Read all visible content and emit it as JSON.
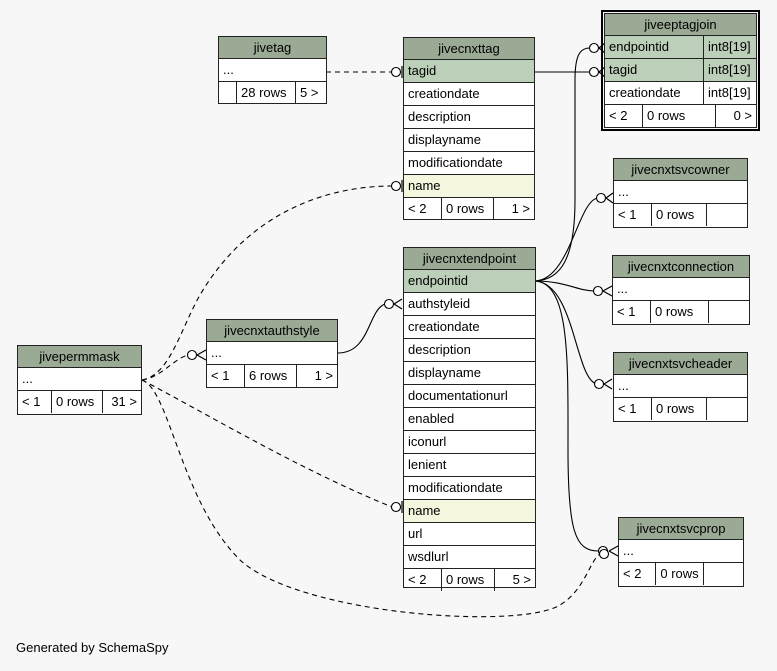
{
  "tables": {
    "jiveeptagjoin": {
      "name": "jiveeptagjoin",
      "columns": [
        {
          "name": "endpointid",
          "type": "int8[19]"
        },
        {
          "name": "tagid",
          "type": "int8[19]"
        },
        {
          "name": "creationdate",
          "type": "int8[19]"
        }
      ],
      "prev": "< 2",
      "rows": "0 rows",
      "next": "0 >"
    },
    "jivetag": {
      "name": "jivetag",
      "columns": [
        "..."
      ],
      "prev": "",
      "rows": "28 rows",
      "next": "5 >"
    },
    "jivecnxttag": {
      "name": "jivecnxttag",
      "columns": [
        "tagid",
        "creationdate",
        "description",
        "displayname",
        "modificationdate",
        "name"
      ],
      "prev": "< 2",
      "rows": "0 rows",
      "next": "1 >"
    },
    "jivecnxtsvcowner": {
      "name": "jivecnxtsvcowner",
      "columns": [
        "..."
      ],
      "prev": "< 1",
      "rows": "0 rows",
      "next": ""
    },
    "jivecnxtconnection": {
      "name": "jivecnxtconnection",
      "columns": [
        "..."
      ],
      "prev": "< 1",
      "rows": "0 rows",
      "next": ""
    },
    "jivecnxtsvcheader": {
      "name": "jivecnxtsvcheader",
      "columns": [
        "..."
      ],
      "prev": "< 1",
      "rows": "0 rows",
      "next": ""
    },
    "jivecnxtsvcprop": {
      "name": "jivecnxtsvcprop",
      "columns": [
        "..."
      ],
      "prev": "< 2",
      "rows": "0 rows",
      "next": ""
    },
    "jivecnxtendpoint": {
      "name": "jivecnxtendpoint",
      "columns": [
        "endpointid",
        "authstyleid",
        "creationdate",
        "description",
        "displayname",
        "documentationurl",
        "enabled",
        "iconurl",
        "lenient",
        "modificationdate",
        "name",
        "url",
        "wsdlurl"
      ],
      "prev": "< 2",
      "rows": "0 rows",
      "next": "5 >"
    },
    "jivecnxtauthstyle": {
      "name": "jivecnxtauthstyle",
      "columns": [
        "..."
      ],
      "prev": "< 1",
      "rows": "6 rows",
      "next": "1 >"
    },
    "jivepermmask": {
      "name": "jivepermmask",
      "columns": [
        "..."
      ],
      "prev": "< 1",
      "rows": "0 rows",
      "next": "31 >"
    }
  },
  "footer": "Generated by SchemaSpy",
  "colors": {
    "header": "#9aaa94",
    "primary_key": "#bccfb8",
    "indexed": "#f4f6de",
    "background": "#f7f7f7"
  }
}
